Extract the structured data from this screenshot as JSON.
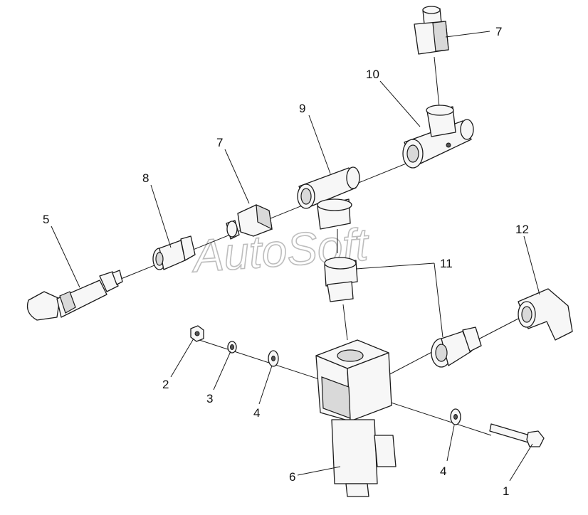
{
  "watermark": "AutoSoft",
  "callouts": {
    "c1": "1",
    "c2": "2",
    "c3": "3",
    "c4a": "4",
    "c4b": "4",
    "c5": "5",
    "c6": "6",
    "c7a": "7",
    "c7b": "7",
    "c8": "8",
    "c9": "9",
    "c10": "10",
    "c11": "11",
    "c12": "12"
  }
}
